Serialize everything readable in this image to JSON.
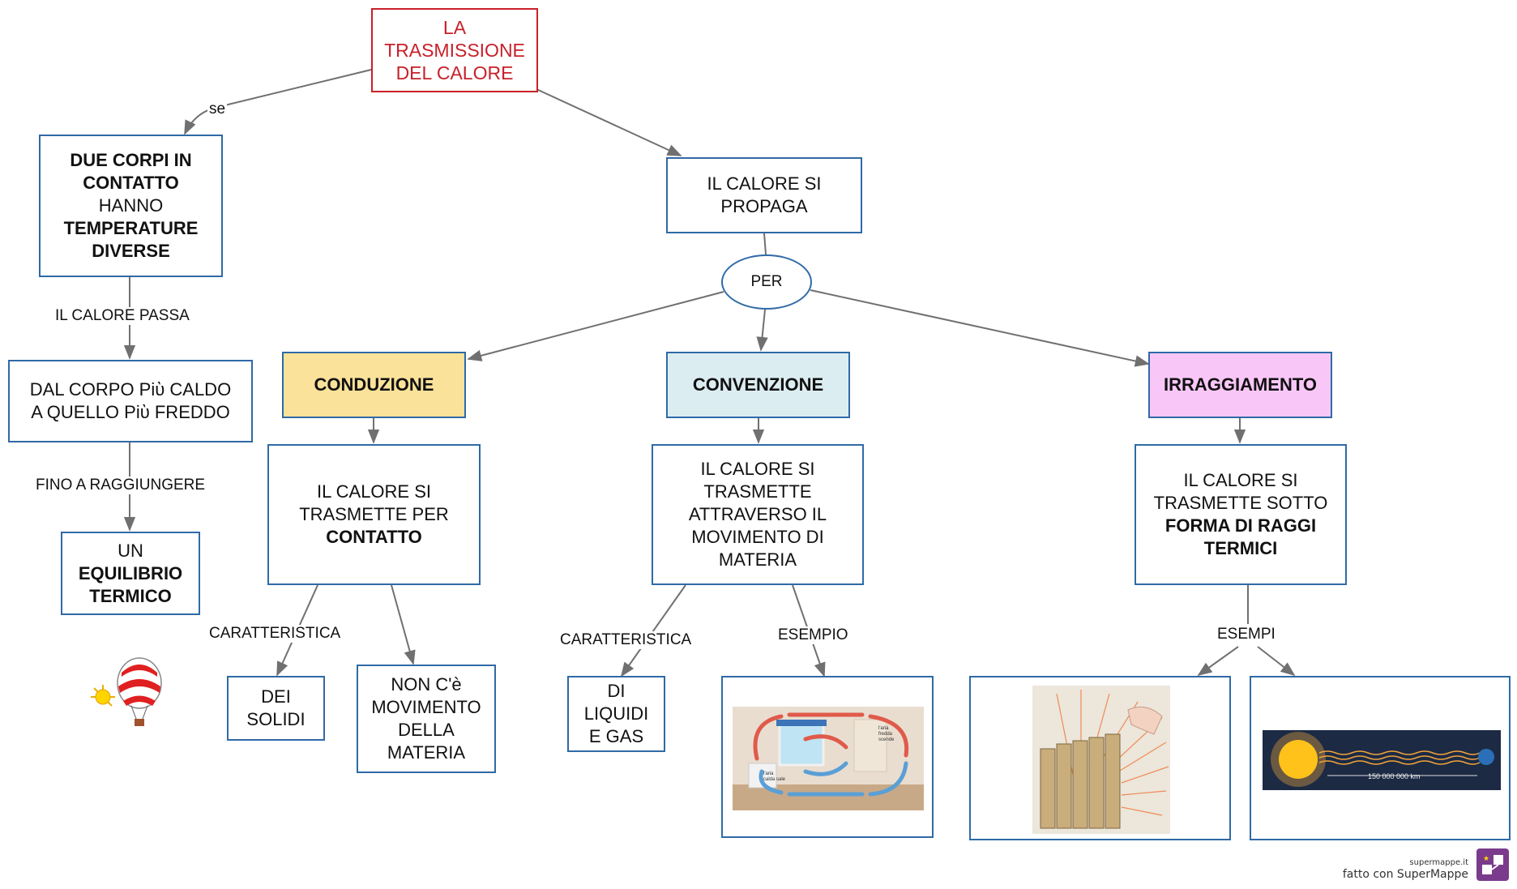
{
  "colors": {
    "border": "#2f6aa6",
    "title": "#c8202a",
    "conduzione_fill": "#fbe29a",
    "convenzione_fill": "#dcedf2",
    "irraggiamento_fill": "#f9c7f7",
    "edge": "#707070"
  },
  "nodes": {
    "title": [
      "LA",
      "TRASMISSIONE",
      "DEL CALORE"
    ],
    "due_corpi": [
      "DUE CORPI IN",
      "CONTATTO",
      "HANNO",
      "TEMPERATURE",
      "DIVERSE"
    ],
    "propaga": [
      "IL CALORE SI",
      "PROPAGA"
    ],
    "per": "PER",
    "dal_corpo": [
      "DAL CORPO Piὺ CALDO",
      "A QUELLO Piὺ FREDDO"
    ],
    "equilibrio": [
      "UN",
      "EQUILIBRIO",
      "TERMICO"
    ],
    "conduzione": "CONDUZIONE",
    "convenzione": "CONVENZIONE",
    "irraggiamento": "IRRAGGIAMENTO",
    "per_contatto": [
      "IL CALORE SI",
      "TRASMETTE PER",
      "CONTATTO"
    ],
    "movimento": [
      "IL CALORE SI",
      "TRASMETTE",
      "ATTRAVERSO IL",
      "MOVIMENTO DI",
      "MATERIA"
    ],
    "raggi": [
      "IL CALORE SI",
      "TRASMETTE SOTTO",
      "FORMA DI RAGGI",
      "TERMICI"
    ],
    "solidi": [
      "DEI",
      "SOLIDI"
    ],
    "non_movimento": [
      "NON C'è",
      "MOVIMENTO",
      "DELLA",
      "MATERIA"
    ],
    "liquidi": [
      "DI",
      "LIQUIDI",
      "E GAS"
    ]
  },
  "labels": {
    "se": "se",
    "il_calore_passa": "IL CALORE PASSA",
    "fino_a": "FINO A RAGGIUNGERE",
    "caratteristica1": "CARATTERISTICA",
    "caratteristica2": "CARATTERISTICA",
    "esempio": "ESEMPIO",
    "esempi": "ESEMPI"
  },
  "images": {
    "room": [
      "l'aria",
      "calda sale",
      "l'aria",
      "fredda",
      "scende"
    ],
    "radiator": "radiator-heat-rays",
    "sun_earth": "150 000 000 km",
    "balloon": "hot-air-balloon-icon"
  },
  "footer": {
    "small": "supermappe.it",
    "main": "fatto con SuperMappe",
    "logo": "supermappe-logo-icon"
  }
}
